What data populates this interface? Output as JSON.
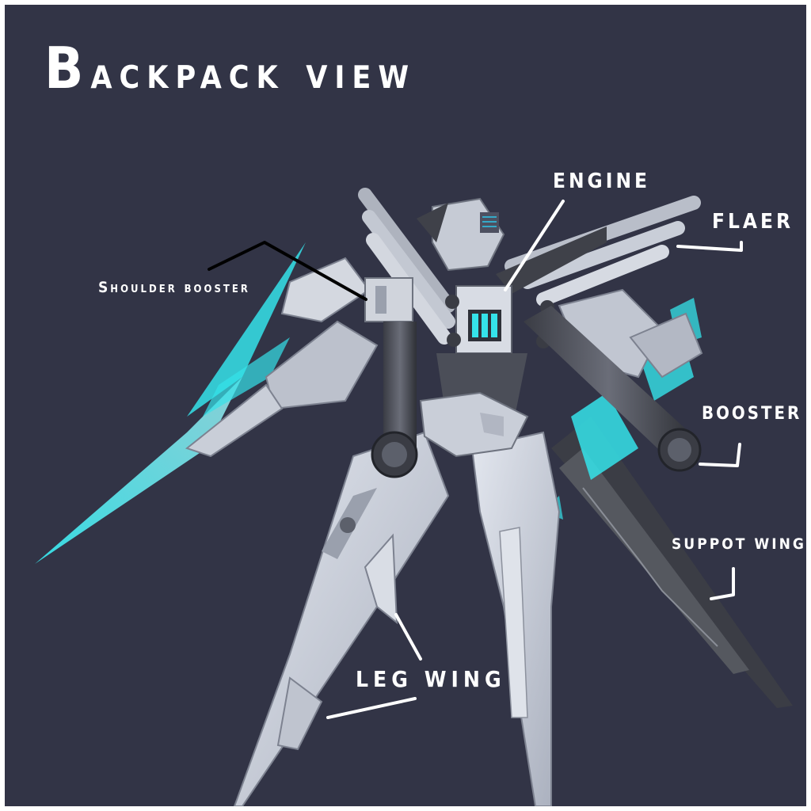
{
  "title": "Backpack view",
  "labels": {
    "engine": "ENGINE",
    "flaer": "FLAER",
    "shoulder_booster": "Shoulder booster",
    "booster": "BOOSTER",
    "suppot_wing": "SUPPOT WING",
    "leg_wing": "LEG WING"
  },
  "colors": {
    "background": "#323446",
    "armor": "#c7ccd8",
    "dark_metal": "#4a4d57",
    "glow": "#35e3ea",
    "text": "#ffffff"
  }
}
